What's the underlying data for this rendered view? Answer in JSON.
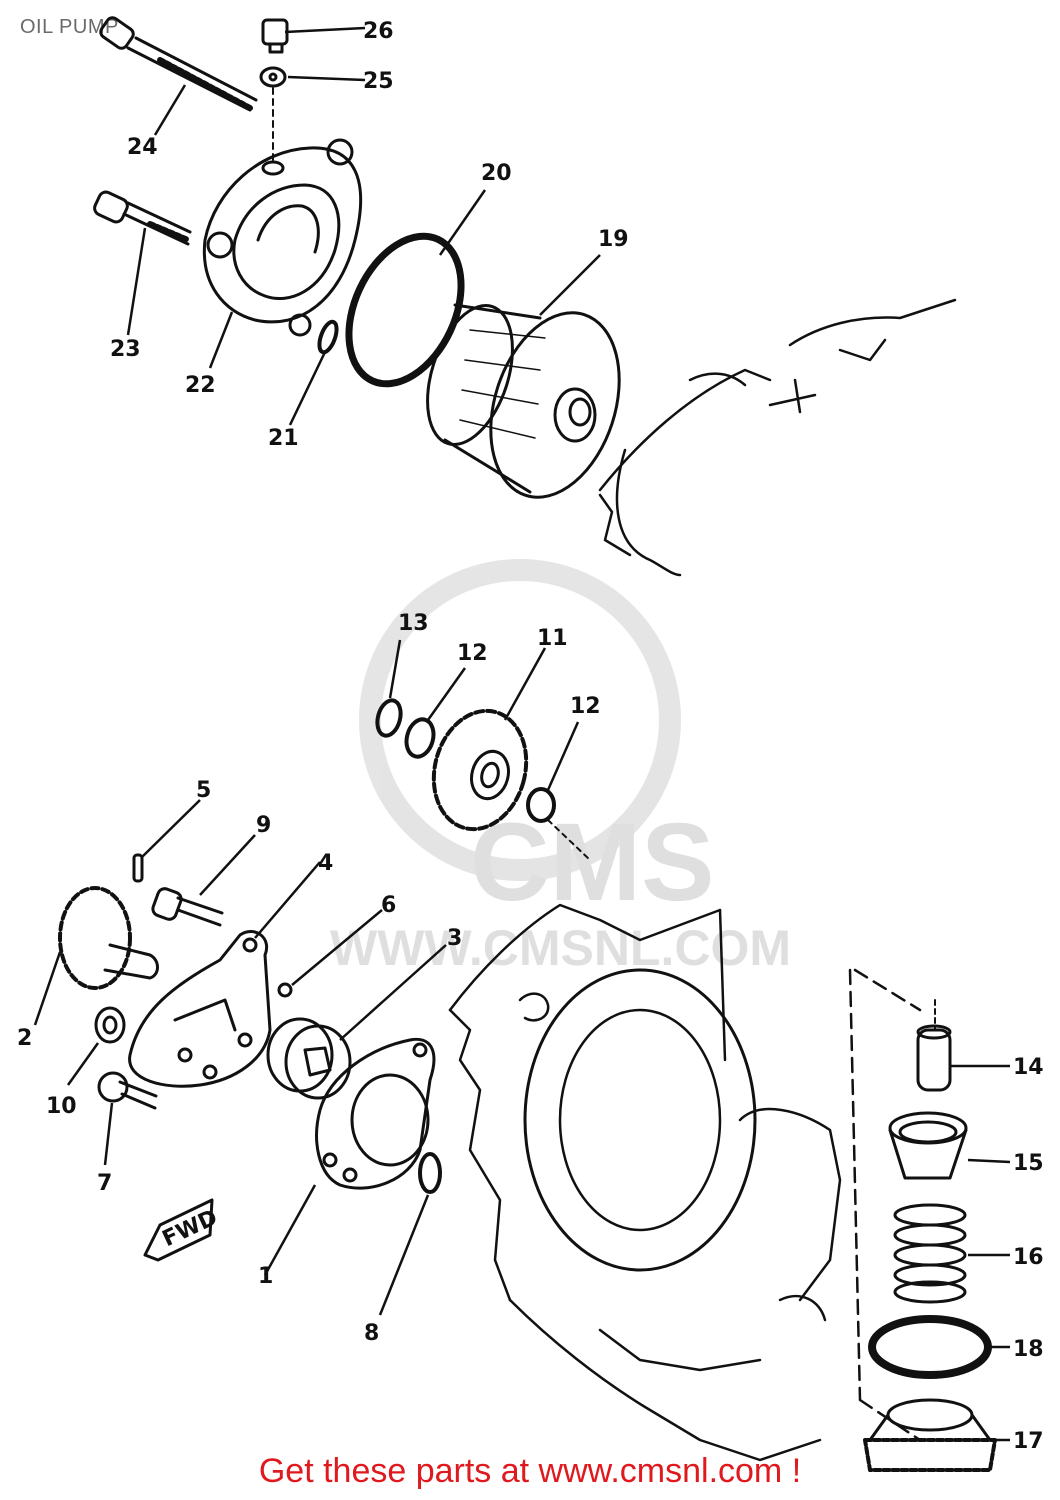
{
  "title": "OIL PUMP",
  "footer": "Get these parts at www.cmsnl.com !",
  "watermark": {
    "brand": "CMS",
    "url": "WWW.CMSNL.COM"
  },
  "parts": [
    {
      "id": "part-1",
      "label": "1"
    },
    {
      "id": "part-2",
      "label": "2"
    },
    {
      "id": "part-3",
      "label": "3"
    },
    {
      "id": "part-4",
      "label": "4"
    },
    {
      "id": "part-5",
      "label": "5"
    },
    {
      "id": "part-6",
      "label": "6"
    },
    {
      "id": "part-7",
      "label": "7"
    },
    {
      "id": "part-8",
      "label": "8"
    },
    {
      "id": "part-9",
      "label": "9"
    },
    {
      "id": "part-10",
      "label": "10"
    },
    {
      "id": "part-11",
      "label": "11"
    },
    {
      "id": "part-12a",
      "label": "12"
    },
    {
      "id": "part-12b",
      "label": "12"
    },
    {
      "id": "part-13",
      "label": "13"
    },
    {
      "id": "part-14",
      "label": "14"
    },
    {
      "id": "part-15",
      "label": "15"
    },
    {
      "id": "part-16",
      "label": "16"
    },
    {
      "id": "part-17",
      "label": "17"
    },
    {
      "id": "part-18",
      "label": "18"
    },
    {
      "id": "part-19",
      "label": "19"
    },
    {
      "id": "part-20",
      "label": "20"
    },
    {
      "id": "part-21",
      "label": "21"
    },
    {
      "id": "part-22",
      "label": "22"
    },
    {
      "id": "part-23",
      "label": "23"
    },
    {
      "id": "part-24",
      "label": "24"
    },
    {
      "id": "part-25",
      "label": "25"
    },
    {
      "id": "part-26",
      "label": "26"
    }
  ],
  "fwd_label": "FWD",
  "colors": {
    "ink": "#111111",
    "footer": "#e0191e",
    "watermark": "#dcdcdc"
  }
}
